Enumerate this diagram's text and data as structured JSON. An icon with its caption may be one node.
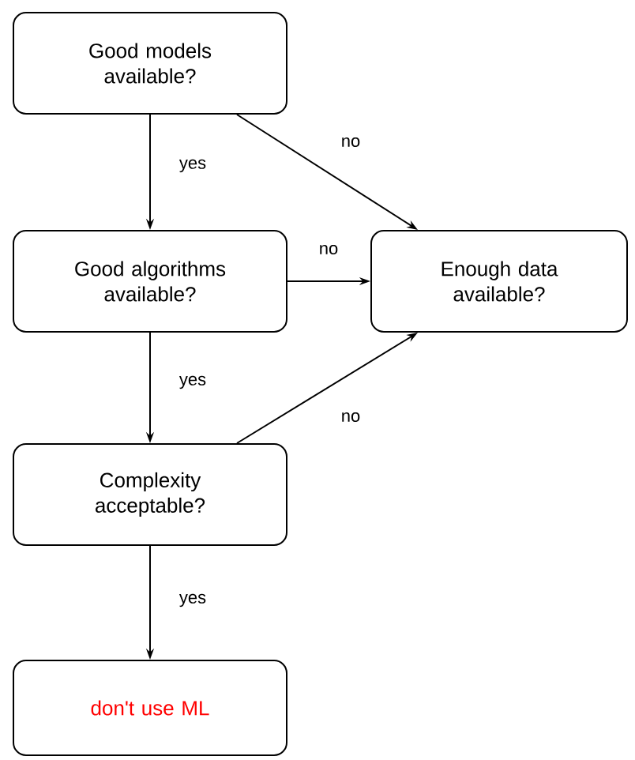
{
  "diagram": {
    "nodes": [
      {
        "text": [
          "Good models available?"
        ]
      },
      {
        "text": [
          "Good algorithms available?"
        ]
      },
      {
        "text": [
          "Enough data available?"
        ]
      },
      {
        "text": [
          "Complexity acceptable?"
        ]
      },
      {
        "text": [
          "don't use ML"
        ]
      }
    ],
    "edges": [
      {
        "from": 0,
        "to": 1,
        "arrow": "to",
        "label": "yes"
      },
      {
        "from": 0,
        "to": 2,
        "arrow": "to",
        "label": "no"
      },
      {
        "from": 1,
        "to": 2,
        "arrow": "to",
        "label": "no"
      },
      {
        "from": 1,
        "to": 3,
        "arrow": "to",
        "label": "yes"
      },
      {
        "from": 3,
        "to": 2,
        "arrow": "to",
        "label": "no"
      },
      {
        "from": 3,
        "to": 4,
        "arrow": "to",
        "label": "yes"
      }
    ]
  }
}
